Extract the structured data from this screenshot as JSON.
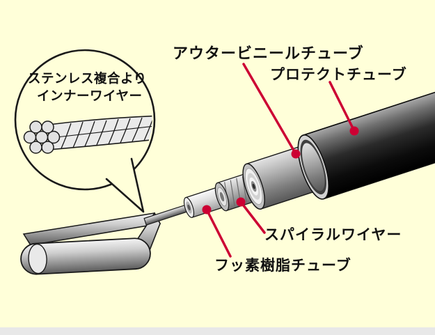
{
  "colors": {
    "background": "#ffffd9",
    "callout": "#cc0033",
    "outline": "#1a1a1a",
    "footer_strip": "#e8e8e8"
  },
  "inset": {
    "line1": "ステンレス複合より",
    "line2": "インナーワイヤー"
  },
  "labels": {
    "outer_vinyl_tube": "アウタービニールチューブ",
    "protect_tube": "プロテクトチューブ",
    "spiral_wire": "スパイラルワイヤー",
    "fluoro_tube": "フッ素樹脂チューブ"
  }
}
